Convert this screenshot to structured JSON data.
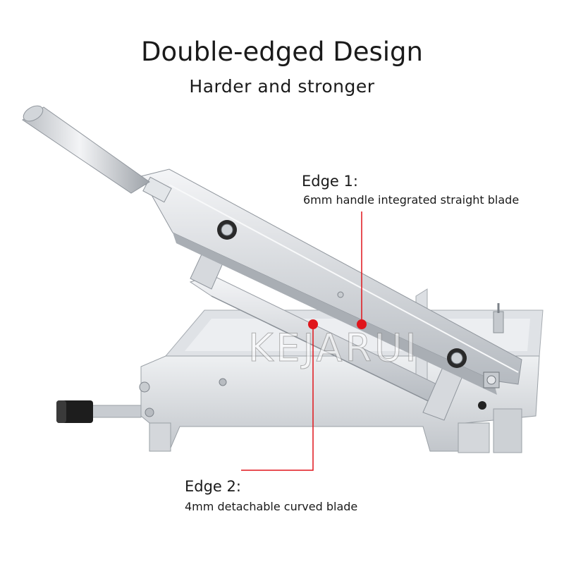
{
  "heading": {
    "title": "Double-edged Design",
    "subtitle": "Harder and stronger"
  },
  "callouts": {
    "edge1": {
      "title": "Edge 1:",
      "description": "6mm handle integrated straight blade"
    },
    "edge2": {
      "title": "Edge 2:",
      "description": "4mm detachable curved blade"
    }
  },
  "watermark": "KEJARUI",
  "colors": {
    "callout_line": "#e0151b",
    "callout_dot": "#e0151b",
    "steel_light": "#e9ebee",
    "steel_mid": "#c9cdd2",
    "steel_dark": "#8f959c"
  }
}
